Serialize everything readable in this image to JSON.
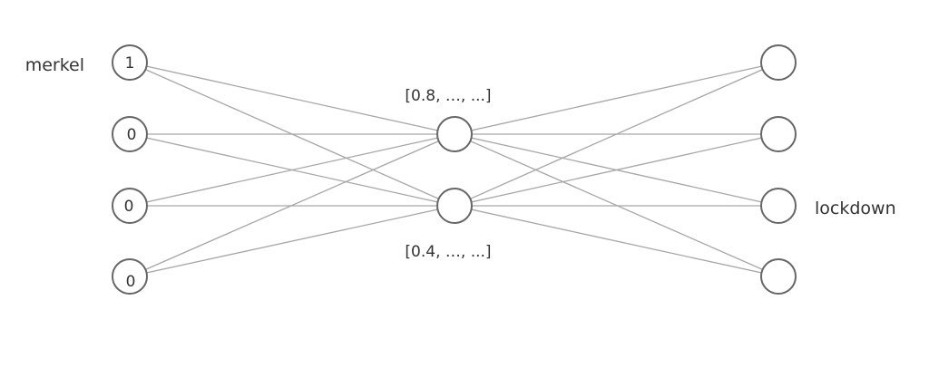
{
  "input_label": "merkel",
  "output_label": "lockdown",
  "input_values": [
    "1",
    "0",
    "0",
    "0"
  ],
  "hidden_vectors": [
    "[0.8, …, ...]",
    "[0.4, …, ...]"
  ],
  "layers": {
    "input": 4,
    "hidden": 2,
    "output": 4
  },
  "colors": {
    "edge": "#a6a6a6",
    "node_stroke": "#666666",
    "text": "#333333"
  }
}
